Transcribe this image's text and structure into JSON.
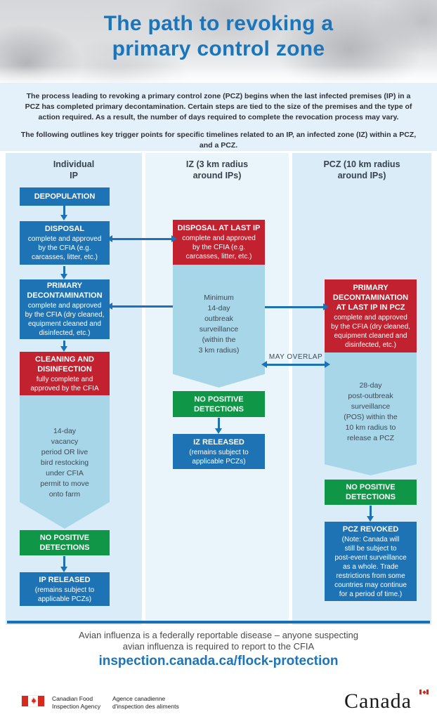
{
  "header": {
    "title_line1": "The path to revoking a",
    "title_line2": "primary control zone"
  },
  "intro": {
    "paragraph1": "The process leading to revoking a primary control zone (PCZ) begins when the last infected premises (IP) in a PCZ has completed primary decontamination. Certain steps are tied to the size of the premises and the type of action required. As a result, the number of days required to complete the revocation process may vary.",
    "paragraph2": "The following outlines key trigger points for specific timelines related to an IP, an infected zone (IZ) within a PCZ,  and a PCZ."
  },
  "col_individual_ip": {
    "header": "Individual\nIP",
    "depopulation": {
      "title": "DEPOPULATION"
    },
    "disposal": {
      "title": "DISPOSAL",
      "body": "complete and approved\nby the CFIA (e.g.\ncarcasses, litter, etc.)"
    },
    "primary_decontamination": {
      "title": "PRIMARY\nDECONTAMINATION",
      "body": "complete and approved\nby the CFIA (dry cleaned,\nequipment cleaned and\ndisinfected, etc.)"
    },
    "cleaning_disinfection": {
      "title": "CLEANING AND\nDISINFECTION",
      "body": "fully complete and\napproved by the CFIA"
    },
    "timeline": {
      "text": "14-day\nvacancy\nperiod OR live\nbird restocking\nunder CFIA\npermit to move\nonto farm"
    },
    "no_positive_detections": {
      "title": "NO POSITIVE\nDETECTIONS"
    },
    "ip_released": {
      "title": "IP RELEASED",
      "body": "(remains subject to\napplicable PCZs)"
    }
  },
  "col_iz": {
    "header": "IZ (3 km radius\naround IPs)",
    "disposal_at_last_ip": {
      "title": "DISPOSAL AT LAST IP",
      "body": "complete and approved\nby the CFIA (e.g.\ncarcasses, litter, etc.)"
    },
    "timeline": {
      "text": "Minimum\n14-day\noutbreak\nsurveillance\n(within the\n3 km radius)"
    },
    "no_positive_detections": {
      "title": "NO POSITIVE\nDETECTIONS"
    },
    "iz_released": {
      "title": "IZ RELEASED",
      "body": "(remains subject to\napplicable PCZs)"
    }
  },
  "col_pcz": {
    "header": "PCZ (10 km radius\naround IPs)",
    "primary_decontamination_at_last_ip": {
      "title": "PRIMARY\nDECONTAMINATION\nAT LAST IP IN PCZ",
      "body": "complete and approved\nby the CFIA (dry cleaned,\nequipment cleaned and\ndisinfected, etc.)"
    },
    "timeline": {
      "text": "28-day\npost-outbreak\nsurveillance\n(POS) within the\n10 km radius to\nrelease a PCZ"
    },
    "no_positive_detections": {
      "title": "NO POSITIVE\nDETECTIONS"
    },
    "pcz_revoked": {
      "title": "PCZ REVOKED",
      "body": "(Note: Canada will\nstill be subject to\npost-event surveillance\nas a whole. Trade\nrestrictions from some\ncountries may continue\nfor a period of time.)"
    }
  },
  "labels": {
    "may_overlap": "MAY OVERLAP"
  },
  "footer": {
    "notice": "Avian influenza is a federally reportable disease – anyone suspecting\navian influenza is required to report to the CFIA",
    "url": "inspection.canada.ca/flock-protection",
    "cfia_en": "Canadian Food\nInspection Agency",
    "cfia_fr": "Agence canadienne\nd'inspection des aliments",
    "wordmark": "Canada"
  },
  "colors": {
    "box_blue": "#1E73B5",
    "box_red": "#C2212F",
    "box_green": "#0F9747",
    "chevron_light_blue": "#A7D6E8",
    "band_blue": "#D9ECF8",
    "band_light": "#EAF4FB",
    "title_blue": "#1B75BB",
    "rule_blue": "#1C6FB4",
    "flag_red": "#D52B1E"
  }
}
